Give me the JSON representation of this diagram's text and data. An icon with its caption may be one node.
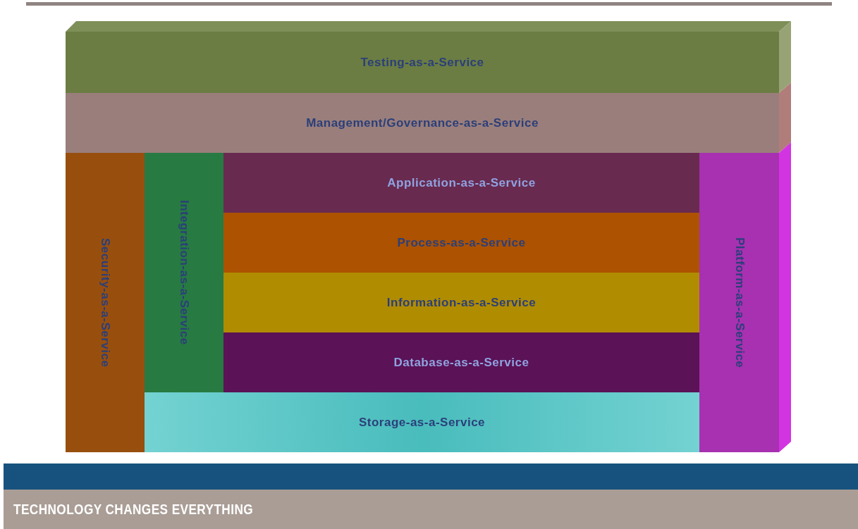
{
  "diagram": {
    "nodes": [
      {
        "text": [
          "Testing-as-a-Service"
        ]
      },
      {
        "text": [
          "Management/Governance-as-a-Service"
        ]
      },
      {
        "text": [
          "Security-as-a-Service"
        ]
      },
      {
        "text": [
          "Integration-as-a-Service"
        ]
      },
      {
        "text": [
          "Application-as-a-Service"
        ]
      },
      {
        "text": [
          "Process-as-a-Service"
        ]
      },
      {
        "text": [
          "Information-as-a-Service"
        ]
      },
      {
        "text": [
          "Database-as-a-Service"
        ]
      },
      {
        "text": [
          "Storage-as-a-Service"
        ]
      },
      {
        "text": [
          "Platform-as-a-Service"
        ]
      }
    ],
    "labels": [
      "TECHNOLOGY CHANGES EVERYTHING"
    ]
  }
}
